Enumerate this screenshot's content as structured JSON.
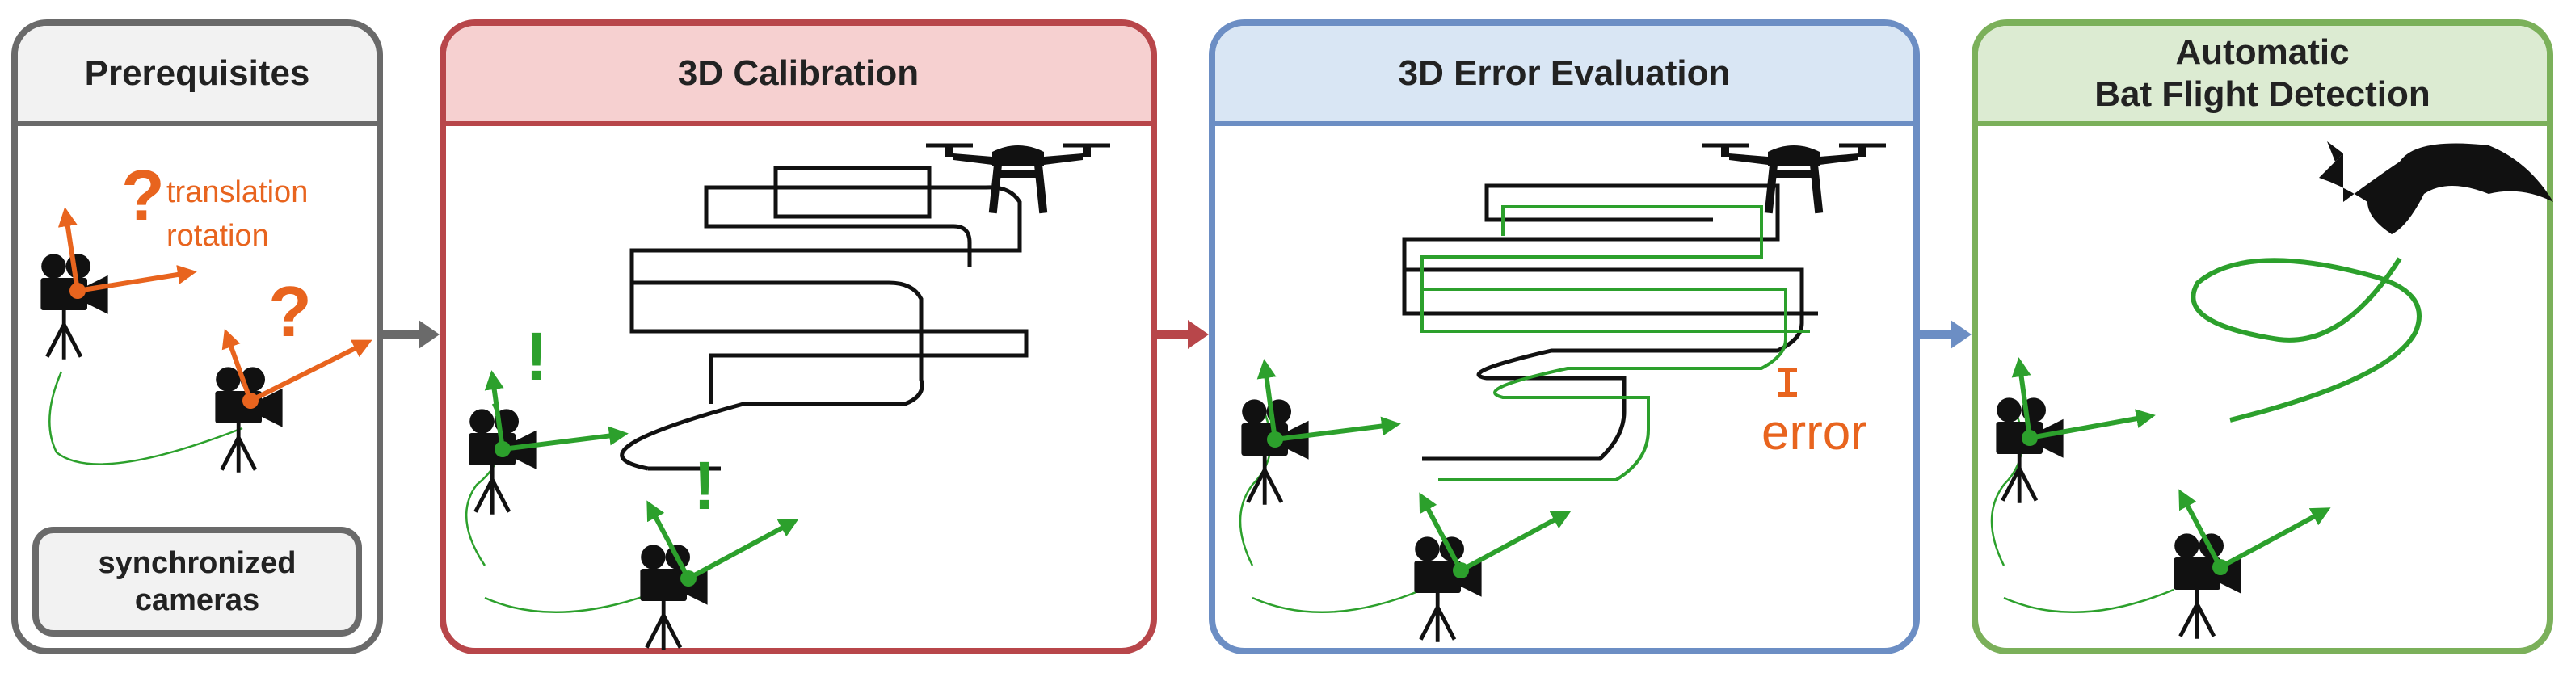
{
  "panels": [
    {
      "id": "prerequisites",
      "title": "Prerequisites",
      "color": "#6a6a6a",
      "fill": "#f2f2f2"
    },
    {
      "id": "calibration",
      "title": "3D Calibration",
      "color": "#b8464a",
      "fill": "#f6d0d0"
    },
    {
      "id": "error-evaluation",
      "title": "3D Error Evaluation",
      "color": "#6c8ec4",
      "fill": "#d9e6f4"
    },
    {
      "id": "bat-detection",
      "title_line1": "Automatic",
      "title_line2": "Bat Flight Detection",
      "color": "#7bb05a",
      "fill": "#dcebd2"
    }
  ],
  "prerequisites": {
    "question_mark": "?",
    "translation_label": "translation",
    "rotation_label": "rotation",
    "sync_line1": "synchronized",
    "sync_line2": "cameras"
  },
  "calibration": {
    "exclamation": "!"
  },
  "error_evaluation": {
    "error_label": "error"
  },
  "colors": {
    "orange": "#e8641e",
    "green": "#2ca02c",
    "black": "#111111"
  },
  "icons": [
    "video-camera-icon",
    "tripod-icon",
    "drone-icon",
    "bat-icon",
    "arrow-right-icon"
  ]
}
